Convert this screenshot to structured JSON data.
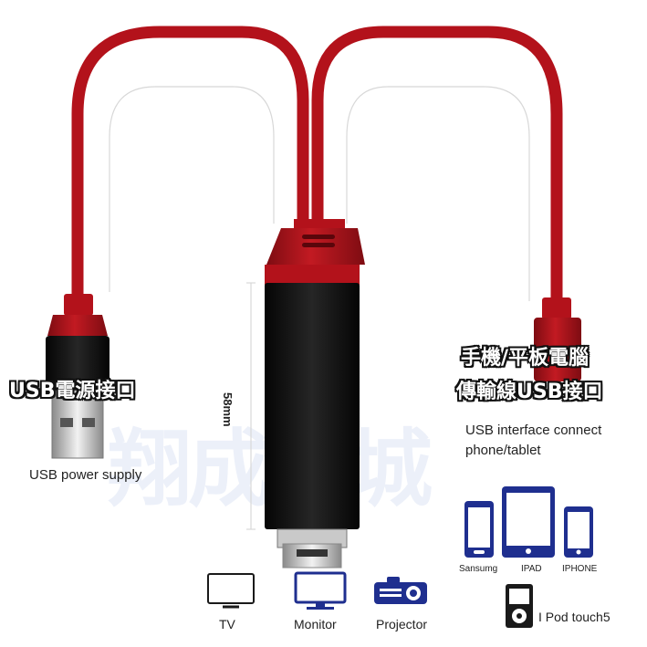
{
  "labels": {
    "usb_power_cn": "USB電源接口",
    "usb_power_en": "USB power supply",
    "phone_cn_line1": "手機/平板電腦",
    "phone_cn_line2": "傳輸線USB接口",
    "phone_en_line1": "USB interface connect",
    "phone_en_line2": "phone/tablet",
    "length": "58mm"
  },
  "display_devices": [
    {
      "label": "TV",
      "icon": "tv-icon"
    },
    {
      "label": "Monitor",
      "icon": "monitor-icon"
    },
    {
      "label": "Projector",
      "icon": "projector-icon"
    }
  ],
  "mobile_devices": [
    {
      "label": "Sansumg",
      "icon": "phone-icon"
    },
    {
      "label": "IPAD",
      "icon": "tablet-icon"
    },
    {
      "label": "IPHONE",
      "icon": "phone-icon"
    },
    {
      "label": "I Pod touch5",
      "icon": "ipod-icon"
    }
  ],
  "watermark": "翔成商城",
  "colors": {
    "cable_red": "#b3121b",
    "connector_black": "#141414",
    "icon_blue": "#1f2f8f"
  }
}
